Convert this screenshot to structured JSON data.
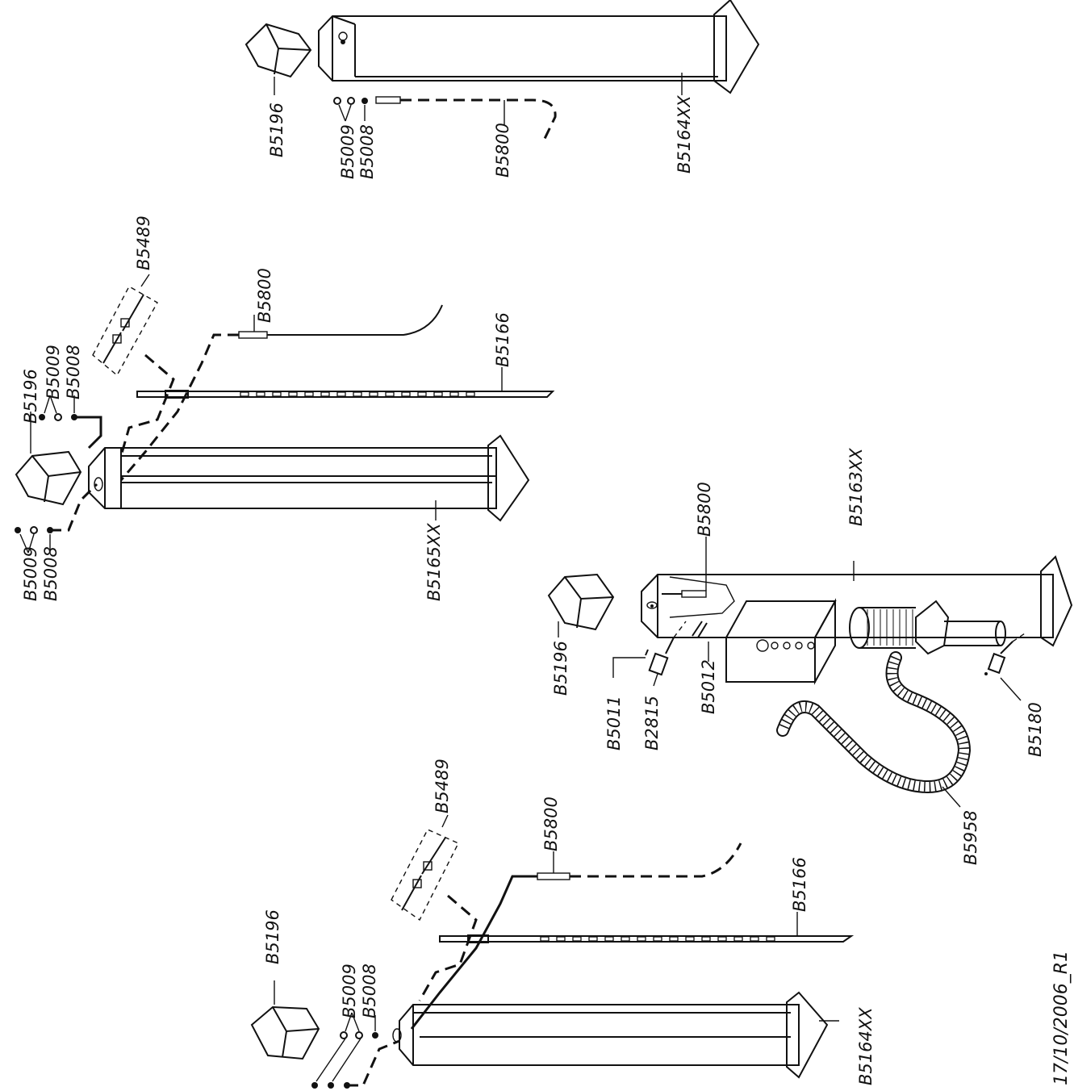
{
  "labels": {
    "top_cap": "B5196",
    "top_washer_a": "B5009",
    "top_washer_b": "B5008",
    "top_cable": "B5800",
    "top_post": "B5164XX",
    "mid_cap": "B5196",
    "mid_washer_a_upper": "B5009",
    "mid_washer_b_upper": "B5008",
    "mid_washer_a_lower": "B5009",
    "mid_washer_b_lower": "B5008",
    "mid_bracket": "B5489",
    "mid_cable": "B5800",
    "mid_strip": "B5166",
    "mid_post": "B5165XX",
    "right_cable": "B5800",
    "right_post": "B5163XX",
    "right_cap": "B5196",
    "right_b5011": "B5011",
    "right_b2815": "B2815",
    "right_b5012": "B5012",
    "right_b5180": "B5180",
    "right_hose": "B5958",
    "bot_cap": "B5196",
    "bot_washer_a": "B5009",
    "bot_washer_b": "B5008",
    "bot_bracket": "B5489",
    "bot_cable": "B5800",
    "bot_strip": "B5166",
    "bot_post": "B5164XX",
    "revision": "17/10/2006_R1"
  }
}
